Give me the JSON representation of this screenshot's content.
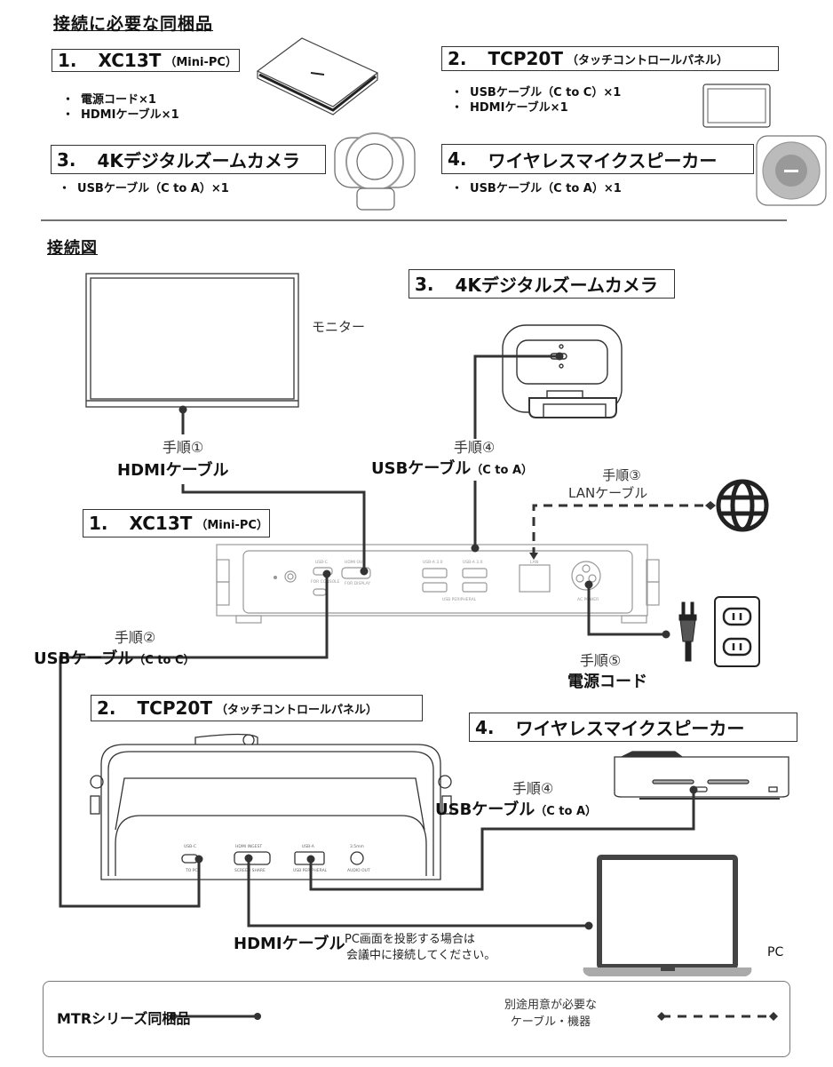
{
  "sections": {
    "bundled_title": "接続に必要な同梱品",
    "diagram_title": "接続図"
  },
  "products": [
    {
      "num": "1.",
      "name": "XC13T",
      "sub": "（Mini-PC）",
      "items": [
        "電源コード×1",
        "HDMIケーブル×1"
      ]
    },
    {
      "num": "2.",
      "name": "TCP20T",
      "sub": "（タッチコントロールパネル）",
      "items": [
        "USBケーブル（C to C）×1",
        "HDMIケーブル×1"
      ]
    },
    {
      "num": "3.",
      "name": "4Kデジタルズームカメラ",
      "sub": "",
      "items": [
        "USBケーブル（C to A）×1"
      ]
    },
    {
      "num": "4.",
      "name": "ワイヤレスマイクスピーカー",
      "sub": "",
      "items": [
        "USBケーブル（C to A）×1"
      ]
    }
  ],
  "diagram": {
    "monitor_label": "モニター",
    "pc_label": "PC",
    "steps": {
      "s1": {
        "step": "手順①",
        "cable": "HDMIケーブル",
        "sub": ""
      },
      "s2": {
        "step": "手順②",
        "cable": "USBケーブル",
        "sub": "（C to C）"
      },
      "s3": {
        "step": "手順③",
        "cable": "LANケーブル",
        "sub": ""
      },
      "s4a": {
        "step": "手順④",
        "cable": "USBケーブル",
        "sub": "（C to A）"
      },
      "s4b": {
        "step": "手順④",
        "cable": "USBケーブル",
        "sub": "（C to A）"
      },
      "s5": {
        "step": "手順⑤",
        "cable": "電源コード",
        "sub": ""
      }
    },
    "hdmi_pc": {
      "cable": "HDMIケーブル",
      "note_line1": "PC画面を投影する場合は",
      "note_line2": "会議中に接続してください。"
    },
    "port_labels": {
      "minipc": [
        "USB-C",
        "FOR CONSOLE",
        "HDMI OUT",
        "FOR DISPLAY",
        "USB-A 3.0",
        "USB-A 3.0",
        "LAN",
        "USB PERIPHERAL",
        "AC POWER"
      ],
      "tcp": [
        "USB-C",
        "TO PC",
        "HDMI INGEST",
        "SCREEN SHARE",
        "USB-A",
        "USB PERIPHERAL",
        "3.5mm",
        "AUDIO OUT"
      ]
    }
  },
  "legend": {
    "included_label": "MTRシリーズ同梱品",
    "separate_line1": "別途用意が必要な",
    "separate_line2": "ケーブル・機器"
  },
  "colors": {
    "line": "#333333",
    "device": "#888888",
    "text": "#111111"
  }
}
